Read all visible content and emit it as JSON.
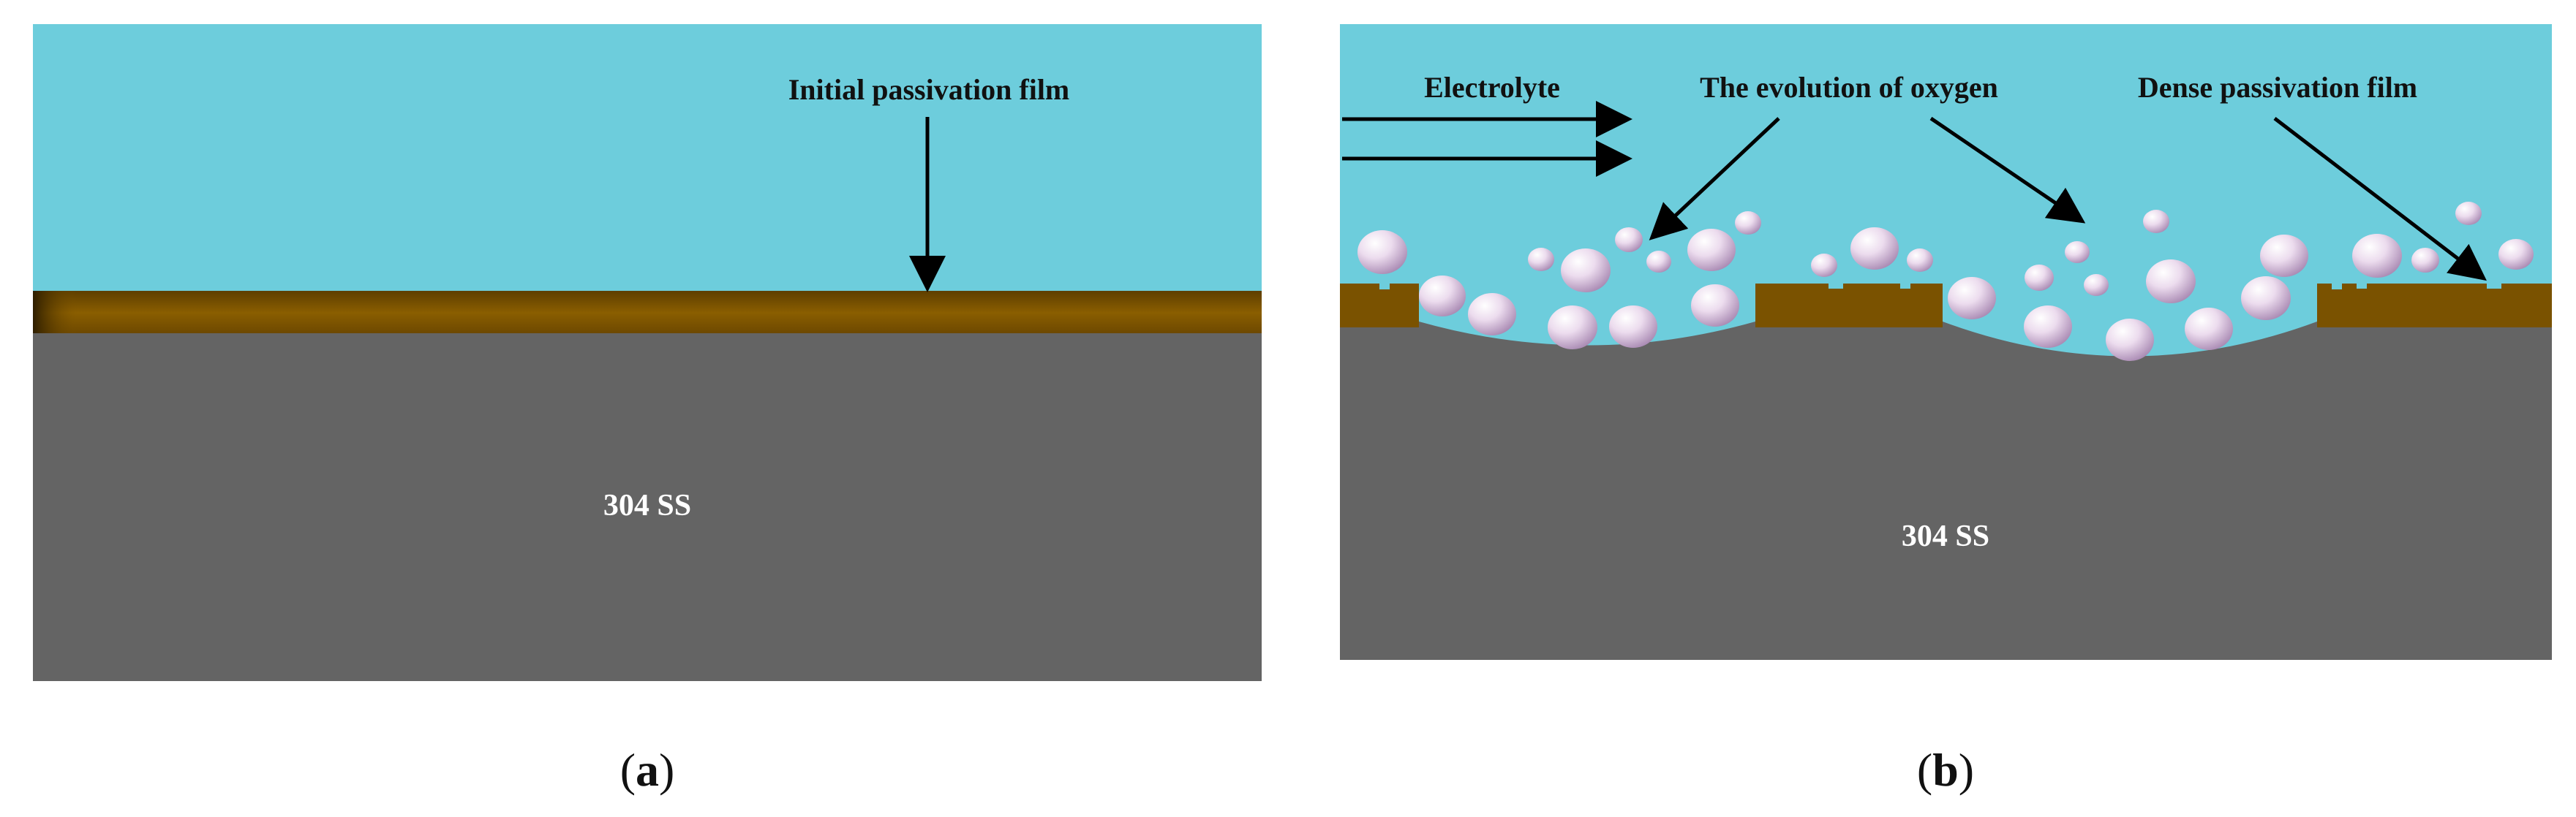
{
  "panel_a": {
    "label_film": "Initial passivation film",
    "substrate": "304 SS",
    "caption_open": "(",
    "caption_letter": "a",
    "caption_close": ")"
  },
  "panel_b": {
    "label_electrolyte": "Electrolyte",
    "label_oxygen": "The evolution of oxygen",
    "label_dense": "Dense passivation film",
    "substrate": "304 SS",
    "caption_open": "(",
    "caption_letter": "b",
    "caption_close": ")"
  },
  "colors": {
    "electrolyte": "#6dcddc",
    "film": "#7a5200",
    "steel": "#646464",
    "bubble": "#d9c2dc"
  }
}
